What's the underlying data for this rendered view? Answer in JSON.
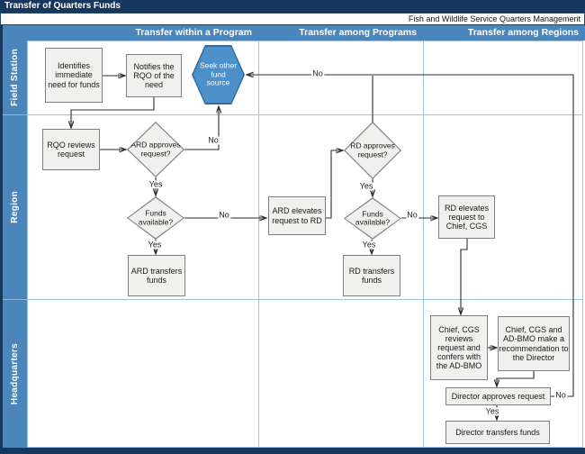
{
  "header": {
    "title": "Transfer of Quarters Funds",
    "subtitle": "Fish and Wildlife Service Quarters Management",
    "columns": [
      "Transfer within a Program",
      "Transfer among Programs",
      "Transfer among Regions"
    ]
  },
  "lanes": [
    "Field Station",
    "Region",
    "Headquarters"
  ],
  "labels": {
    "yes": "Yes",
    "no": "No"
  },
  "nodes": {
    "identifies_need": {
      "type": "process",
      "label": "Identifies immediate need for funds"
    },
    "notifies_rqo": {
      "type": "process",
      "label": "Notifies the RQO of the need"
    },
    "seek_other": {
      "type": "terminal",
      "label": "Seek other fund source"
    },
    "rqo_reviews": {
      "type": "process",
      "label": "RQO reviews request"
    },
    "ard_approves": {
      "type": "decision",
      "label": "ARD approves request?"
    },
    "funds_available_1": {
      "type": "decision",
      "label": "Funds available?"
    },
    "ard_transfers": {
      "type": "process",
      "label": "ARD transfers funds"
    },
    "ard_elevates": {
      "type": "process",
      "label": "ARD elevates request to RD"
    },
    "rd_approves": {
      "type": "decision",
      "label": "RD approves request?"
    },
    "funds_available_2": {
      "type": "decision",
      "label": "Funds available?"
    },
    "rd_transfers": {
      "type": "process",
      "label": "RD transfers funds"
    },
    "rd_elevates": {
      "type": "process",
      "label": "RD elevates request to Chief, CGS"
    },
    "chief_reviews": {
      "type": "process",
      "label": "Chief, CGS reviews request and confers with the AD-BMO"
    },
    "chief_recommends": {
      "type": "process",
      "label": "Chief, CGS and AD-BMO make a recommendation to the Director"
    },
    "director_approves": {
      "type": "process",
      "label": "Director approves request"
    },
    "director_transfers": {
      "type": "process",
      "label": "Director transfers funds"
    }
  },
  "colors": {
    "navy": "#17375E",
    "band": "#4A86BB",
    "grid": "#9CC2E5",
    "shapefill": "#F0F0EE",
    "shapeborder": "#7F7F7F",
    "hexfill": "#4E90C9",
    "hexborder": "#2E6CA4",
    "line": "#2E2E2E"
  }
}
